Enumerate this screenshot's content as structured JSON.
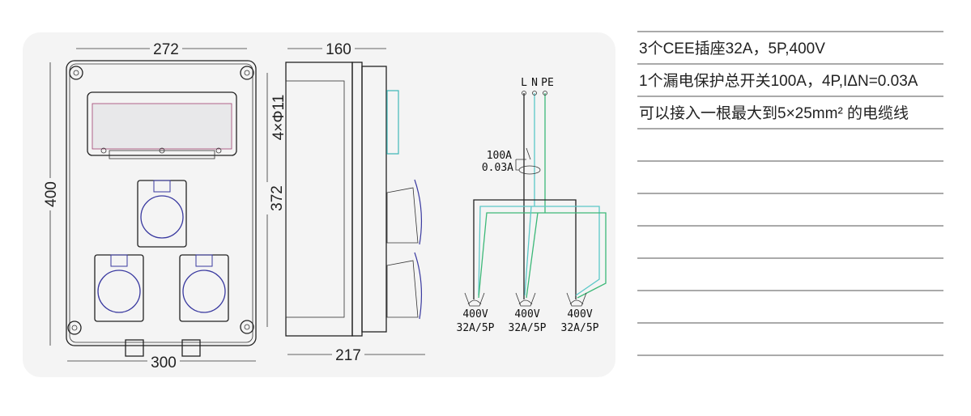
{
  "front_view": {
    "width_top": "272",
    "width_bottom": "300",
    "height_outer": "400",
    "height_inner": "372",
    "holes": "4×Φ11"
  },
  "side_view": {
    "depth_top": "160",
    "depth_bottom": "217"
  },
  "schematic": {
    "terminals": [
      "L",
      "N",
      "PE"
    ],
    "breaker_rating": "100A",
    "residual_current": "0.03A",
    "outlets": [
      {
        "voltage": "400V",
        "rating": "32A/5P"
      },
      {
        "voltage": "400V",
        "rating": "32A/5P"
      },
      {
        "voltage": "400V",
        "rating": "32A/5P"
      }
    ],
    "colors": {
      "L": "#222222",
      "N": "#5bc8c8",
      "PE": "#3cb878"
    }
  },
  "specs": [
    "3个CEE插座32A，5P,400V",
    "1个漏电保护总开关100A，4P,IΔN=0.03A",
    "可以接入一根最大到5×25mm² 的电缆线",
    "",
    "",
    "",
    "",
    "",
    "",
    "",
    ""
  ]
}
